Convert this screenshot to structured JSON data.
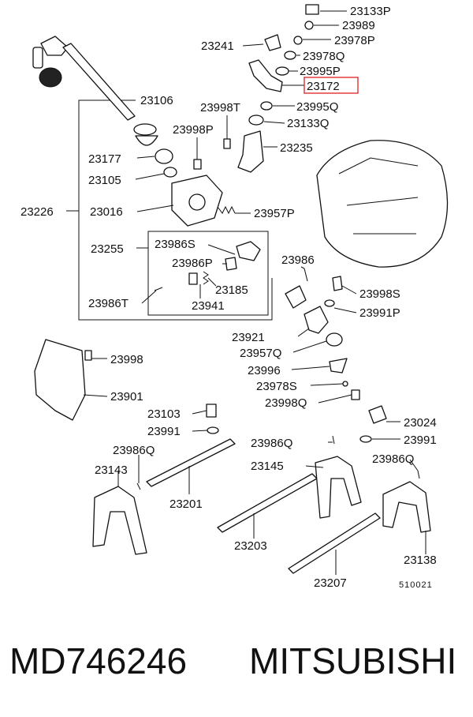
{
  "diagram": {
    "highlight_color": "#e03030",
    "drawing_code": "510021",
    "labels": {
      "p23133P": "23133P",
      "p23989": "23989",
      "p23978P": "23978P",
      "p23241": "23241",
      "p23978Q": "23978Q",
      "p23995P": "23995P",
      "p23172": "23172",
      "p23106": "23106",
      "p23998T": "23998T",
      "p23995Q": "23995Q",
      "p23133Q": "23133Q",
      "p23998P": "23998P",
      "p23235": "23235",
      "p23177": "23177",
      "p23105": "23105",
      "p23226": "23226",
      "p23016": "23016",
      "p23957P": "23957P",
      "p23255": "23255",
      "p23986S": "23986S",
      "p23986P": "23986P",
      "p23185": "23185",
      "p23986T": "23986T",
      "p23941": "23941",
      "p23986": "23986",
      "p23998S": "23998S",
      "p23991P": "23991P",
      "p23921": "23921",
      "p23957Q": "23957Q",
      "p23996": "23996",
      "p23978S": "23978S",
      "p23998Q": "23998Q",
      "p23998": "23998",
      "p23901": "23901",
      "p23103": "23103",
      "p23991a": "23991",
      "p23024": "23024",
      "p23991b": "23991",
      "p23986Qa": "23986Q",
      "p23986Qb": "23986Q",
      "p23986Qc": "23986Q",
      "p23143": "23143",
      "p23201": "23201",
      "p23145": "23145",
      "p23203": "23203",
      "p23138": "23138",
      "p23207": "23207"
    }
  },
  "caption": {
    "part_number": "MD746246",
    "brand": "MITSUBISHI"
  }
}
